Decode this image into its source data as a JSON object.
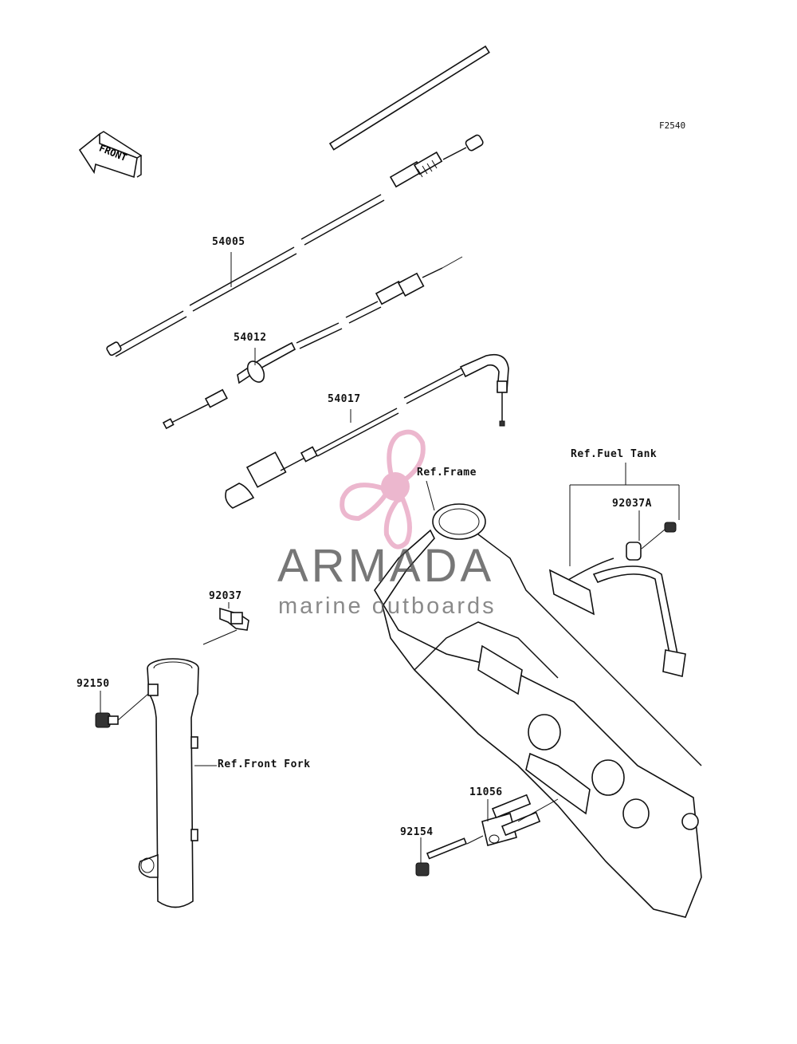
{
  "diagram": {
    "code": "F2540",
    "direction_label": "FRONT"
  },
  "parts": [
    {
      "id": "54005"
    },
    {
      "id": "54012"
    },
    {
      "id": "54017"
    },
    {
      "id": "92037"
    },
    {
      "id": "92037A"
    },
    {
      "id": "92150"
    },
    {
      "id": "92154"
    },
    {
      "id": "11056"
    }
  ],
  "references": {
    "frame": "Ref.Frame",
    "fuel_tank": "Ref.Fuel Tank",
    "front_fork": "Ref.Front Fork"
  },
  "watermark": {
    "brand": "ARMADA",
    "tagline": "marine outboards",
    "colors": {
      "accent": "#e8a6c3",
      "text": "#4a4a4a"
    }
  }
}
